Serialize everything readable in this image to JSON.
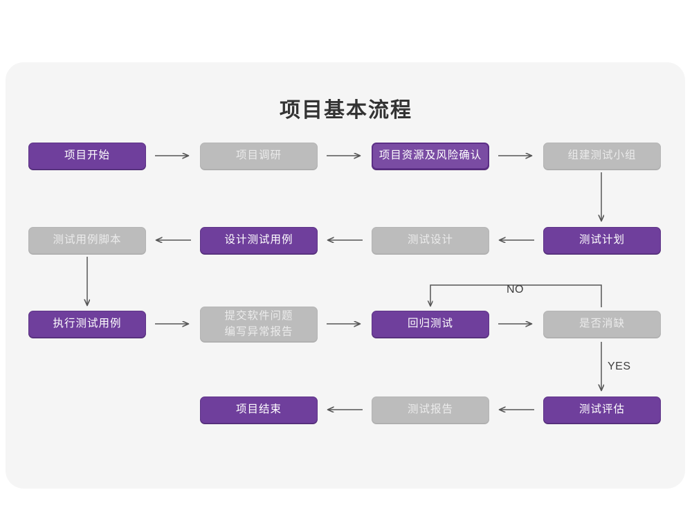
{
  "page": {
    "title": "项目基本流程",
    "background": "#ffffff",
    "card_background": "#f5f5f5",
    "accent_purple": "#6f3f9c",
    "accent_purple_outline": "#7a4ca3",
    "muted_gray": "#bcbcbc",
    "connector_color": "#555555"
  },
  "chart_data": {
    "type": "diagram",
    "title": "项目基本流程",
    "nodes": [
      {
        "id": "n1",
        "label": "项目开始",
        "style": "purple",
        "row": 1,
        "col": 1
      },
      {
        "id": "n2",
        "label": "项目调研",
        "style": "gray",
        "row": 1,
        "col": 2
      },
      {
        "id": "n3",
        "label": "项目资源及风险确认",
        "style": "purple-outline",
        "row": 1,
        "col": 3
      },
      {
        "id": "n4",
        "label": "组建测试小组",
        "style": "gray",
        "row": 1,
        "col": 4
      },
      {
        "id": "n5",
        "label": "测试计划",
        "style": "purple",
        "row": 2,
        "col": 4
      },
      {
        "id": "n6",
        "label": "测试设计",
        "style": "gray",
        "row": 2,
        "col": 3
      },
      {
        "id": "n7",
        "label": "设计测试用例",
        "style": "purple",
        "row": 2,
        "col": 2
      },
      {
        "id": "n8",
        "label": "测试用例脚本",
        "style": "gray",
        "row": 2,
        "col": 1
      },
      {
        "id": "n9",
        "label": "执行测试用例",
        "style": "purple",
        "row": 3,
        "col": 1
      },
      {
        "id": "n10",
        "label": "提交软件问题\n编写异常报告",
        "style": "gray",
        "row": 3,
        "col": 2
      },
      {
        "id": "n11",
        "label": "回归测试",
        "style": "purple",
        "row": 3,
        "col": 3
      },
      {
        "id": "n12",
        "label": "是否消缺",
        "style": "gray",
        "row": 3,
        "col": 4
      },
      {
        "id": "n13",
        "label": "测试评估",
        "style": "purple",
        "row": 4,
        "col": 4
      },
      {
        "id": "n14",
        "label": "测试报告",
        "style": "gray",
        "row": 4,
        "col": 3
      },
      {
        "id": "n15",
        "label": "项目结束",
        "style": "purple",
        "row": 4,
        "col": 2
      }
    ],
    "edges": [
      {
        "from": "n1",
        "to": "n2",
        "label": "",
        "direction": "right"
      },
      {
        "from": "n2",
        "to": "n3",
        "label": "",
        "direction": "right"
      },
      {
        "from": "n3",
        "to": "n4",
        "label": "",
        "direction": "right"
      },
      {
        "from": "n4",
        "to": "n5",
        "label": "",
        "direction": "down"
      },
      {
        "from": "n5",
        "to": "n6",
        "label": "",
        "direction": "left"
      },
      {
        "from": "n6",
        "to": "n7",
        "label": "",
        "direction": "left"
      },
      {
        "from": "n7",
        "to": "n8",
        "label": "",
        "direction": "left"
      },
      {
        "from": "n8",
        "to": "n9",
        "label": "",
        "direction": "down"
      },
      {
        "from": "n9",
        "to": "n10",
        "label": "",
        "direction": "right"
      },
      {
        "from": "n10",
        "to": "n11",
        "label": "",
        "direction": "right"
      },
      {
        "from": "n11",
        "to": "n12",
        "label": "",
        "direction": "right"
      },
      {
        "from": "n12",
        "to": "n11",
        "label": "NO",
        "direction": "loop-up-left"
      },
      {
        "from": "n12",
        "to": "n13",
        "label": "YES",
        "direction": "down"
      },
      {
        "from": "n13",
        "to": "n14",
        "label": "",
        "direction": "left"
      },
      {
        "from": "n14",
        "to": "n15",
        "label": "",
        "direction": "left"
      }
    ],
    "edge_labels": {
      "no": "NO",
      "yes": "YES"
    }
  }
}
